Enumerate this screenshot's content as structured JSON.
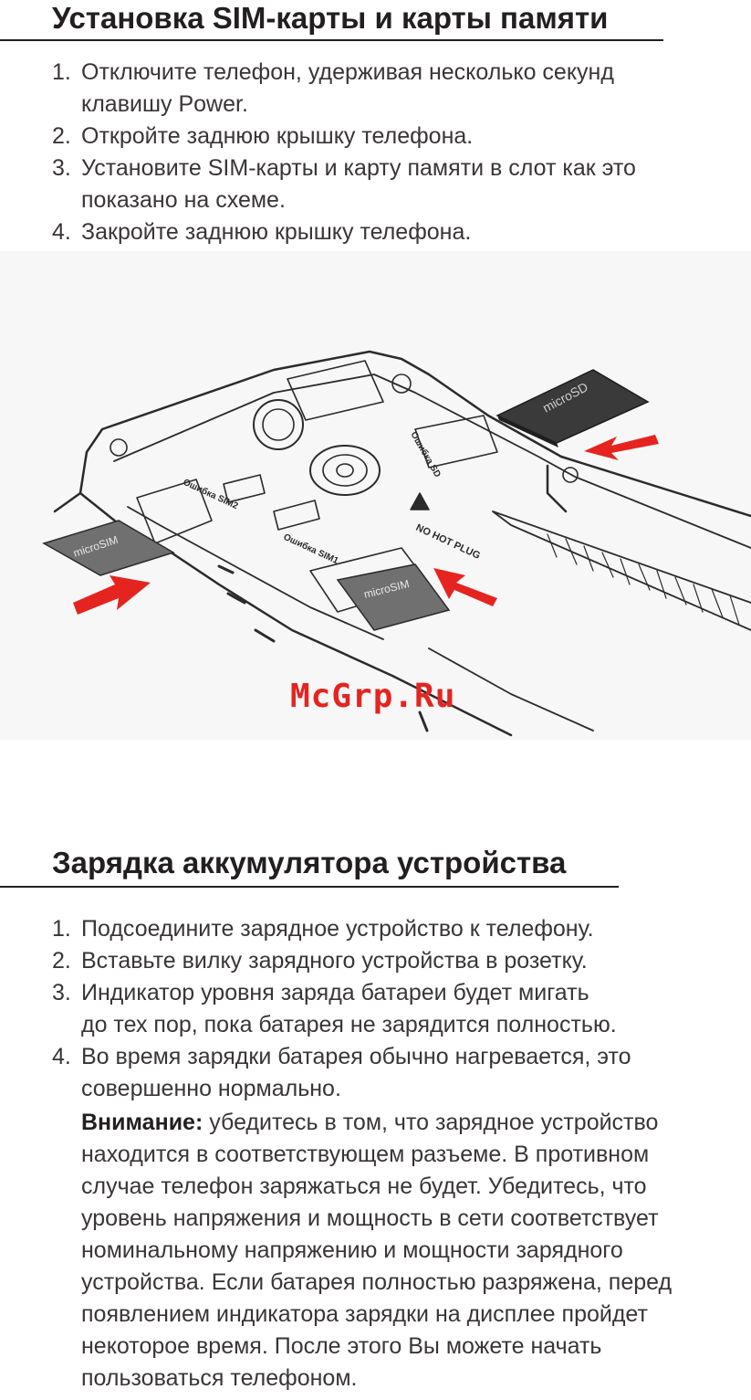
{
  "section1": {
    "heading": "Установка SIM-карты и карты памяти",
    "steps": [
      {
        "num": "1.",
        "lines": [
          "Отключите телефон, удерживая несколько секунд",
          "клавишу Power."
        ]
      },
      {
        "num": "2.",
        "lines": [
          "Откройте заднюю крышку телефона."
        ]
      },
      {
        "num": "3.",
        "lines": [
          "Установите SIM-карты и карту памяти в слот как это",
          "показано на схеме."
        ]
      },
      {
        "num": "4.",
        "lines": [
          "Закройте заднюю крышку телефона."
        ]
      }
    ]
  },
  "diagram": {
    "card_labels": {
      "micro_sd": "microSD",
      "micro_sim": "microSIM",
      "micro_sim_2": "microSIM"
    },
    "warning": "NO HOT PLUG",
    "slot_labels": [
      "Ошибка SIM2",
      "Ошибка SIM1",
      "Ошибка SD"
    ],
    "arrow_color": "#e52420"
  },
  "watermark": "McGrp.Ru",
  "section2": {
    "heading": "Зарядка аккумулятора устройства",
    "steps": [
      {
        "num": "1.",
        "lines": [
          "Подсоедините зарядное устройство к телефону."
        ]
      },
      {
        "num": "2.",
        "lines": [
          "Вставьте вилку зарядного устройства в розетку."
        ]
      },
      {
        "num": "3.",
        "lines": [
          "Индикатор уровня заряда батареи будет мигать",
          "до тех пор, пока батарея не зарядится полностью."
        ]
      },
      {
        "num": "4.",
        "lines": [
          "Во время зарядки батарея обычно нагревается, это",
          "совершенно нормально."
        ]
      }
    ],
    "warning_label": "Внимание:",
    "warning_lines": [
      "убедитесь в том, что зарядное устройство",
      "находится в соответствующем разъеме. В противном",
      "случае телефон заряжаться не будет. Убедитесь, что",
      "уровень напряжения и мощность в сети соответствует",
      "номинальному напряжению и мощности зарядного",
      "устройства. Если батарея полностью разряжена, перед",
      "появлением индикатора зарядки на дисплее пройдет",
      "некоторое время. После этого Вы можете начать",
      "пользоваться телефоном."
    ]
  }
}
